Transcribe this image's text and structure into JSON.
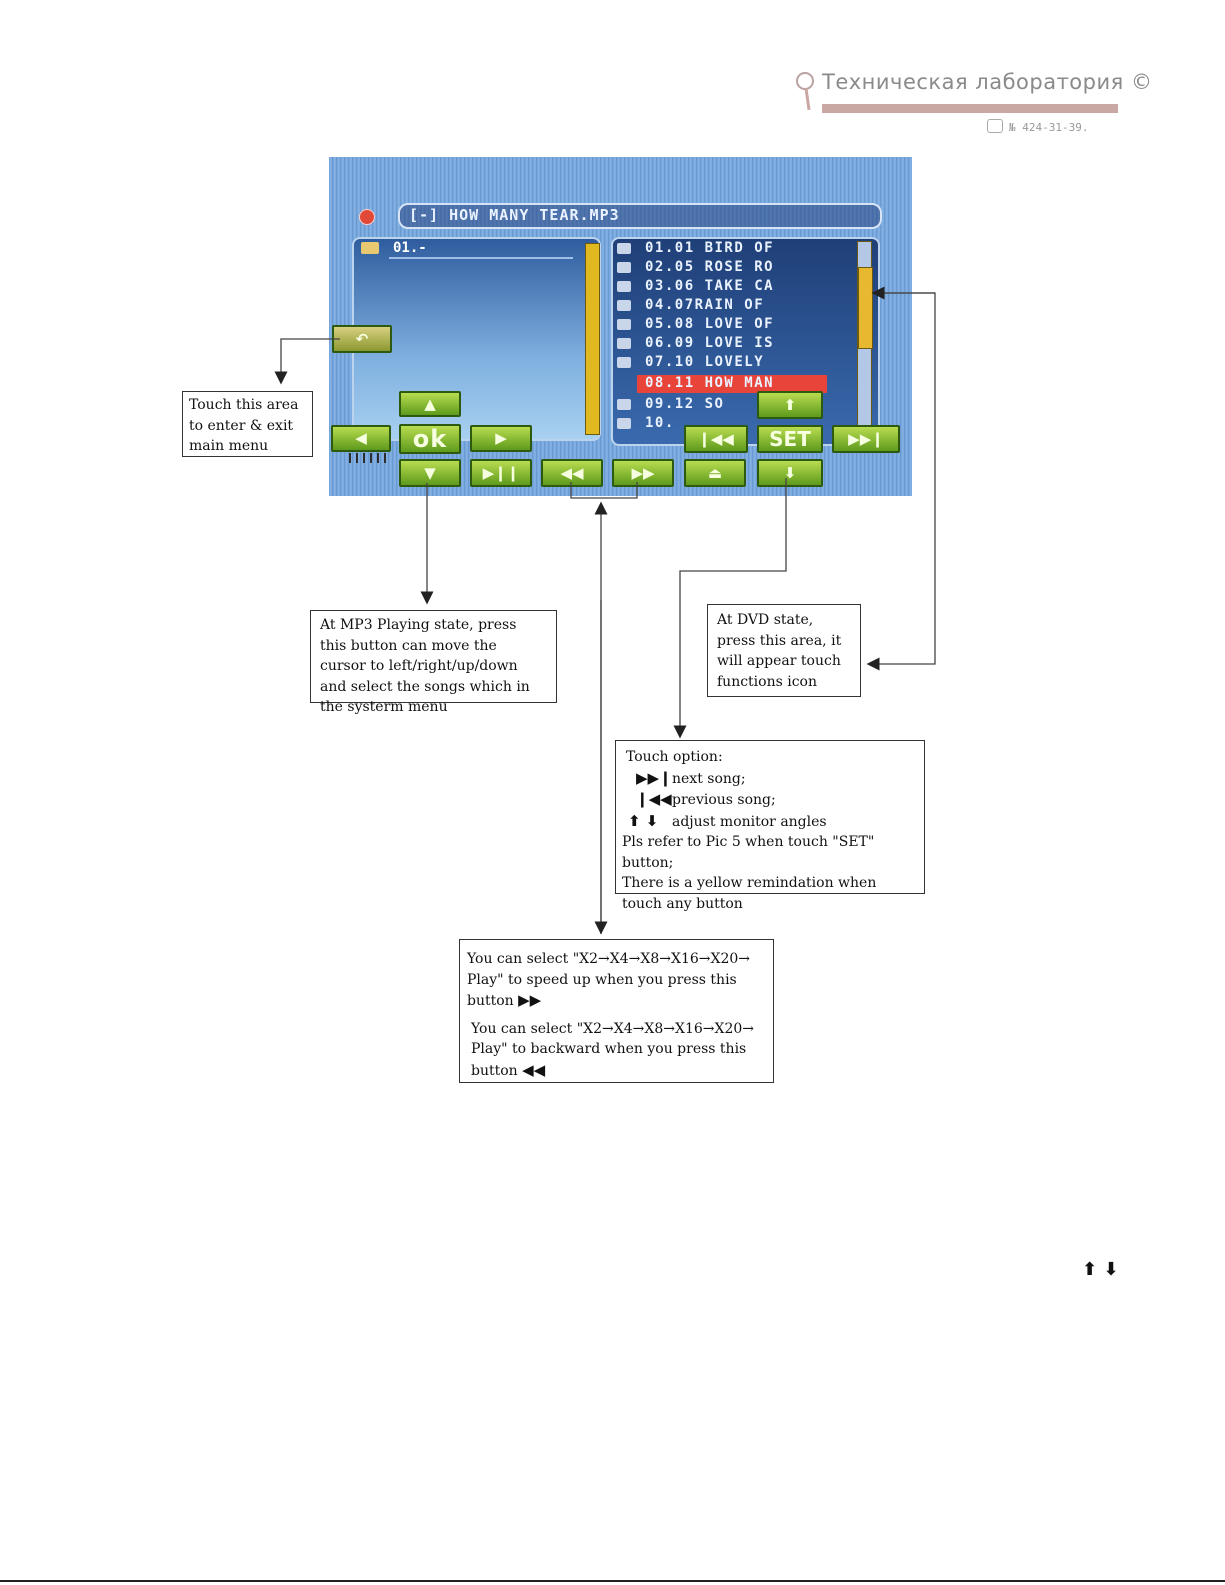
{
  "header": {
    "watermark_title": "Техническая лаборатория ©",
    "watermark_phone": "№ 424-31-39."
  },
  "screen": {
    "title": "[-] HOW MANY TEAR.MP3",
    "folder_item": "01.-",
    "tracks": [
      {
        "label": "01.01 BIRD OF",
        "active": false
      },
      {
        "label": "02.05 ROSE RO",
        "active": false
      },
      {
        "label": "03.06 TAKE CA",
        "active": false
      },
      {
        "label": "04.07RAIN OF",
        "active": false
      },
      {
        "label": "05.08 LOVE OF",
        "active": false
      },
      {
        "label": "06.09 LOVE IS",
        "active": false
      },
      {
        "label": "07.10 LOVELY",
        "active": false
      },
      {
        "label": "08.11 HOW MAN",
        "active": true
      },
      {
        "label": "09.12 SO",
        "active": false
      },
      {
        "label": "10.",
        "active": false
      }
    ],
    "buttons": {
      "back": "↶",
      "up": "▲",
      "left": "◀",
      "ok": "ok",
      "right": "▶",
      "down": "▼",
      "play_pause": "▶❙❙",
      "rewind": "◀◀",
      "fast_forward": "▶▶",
      "eject": "⏏",
      "monitor_up": "⬆",
      "previous": "❙◀◀",
      "set": "SET",
      "next": "▶▶❙",
      "monitor_down": "⬇"
    }
  },
  "callouts": {
    "main_menu": "Touch this area to enter & exit main menu",
    "cursor": "At MP3 Playing state, press this button can move the cursor to left/right/up/down and select the songs which in the systerm menu",
    "dvd_state": "At DVD state, press this area, it will appear touch functions icon",
    "touch_option": {
      "heading": "Touch option:",
      "next_glyph": "▶▶❙",
      "next_text": "next song;",
      "prev_glyph": "❙◀◀",
      "prev_text": "previous song;",
      "angle_glyph": "⬆ ⬇",
      "angle_text": "adjust monitor angles",
      "set_note": "Pls refer to Pic 5 when touch \"SET\" button;",
      "yellow_note": "There is a yellow remindation when touch any button"
    },
    "speed": {
      "ff_text": "You can select \"X2→X4→X8→X16→X20→ Play\" to speed up when you press this button",
      "ff_glyph": "▶▶",
      "rew_text": "You can select \"X2→X4→X8→X16→X20→ Play\" to backward when you press this button",
      "rew_glyph": "◀◀"
    }
  },
  "stray_glyph": "⬆ ⬇"
}
